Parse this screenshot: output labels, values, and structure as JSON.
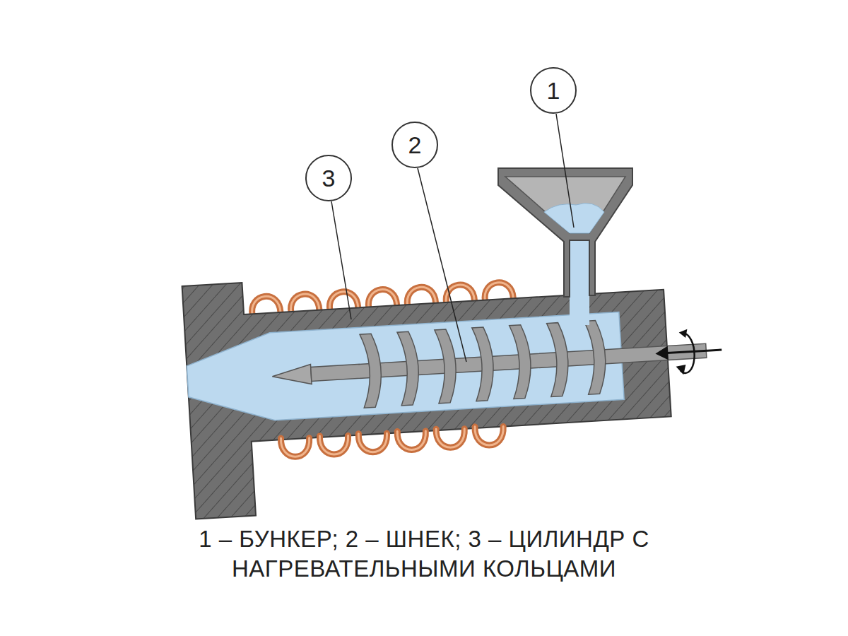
{
  "diagram": {
    "caption": "1 – БУНКЕР; 2 – ШНЕК; 3 – ЦИЛИНДР С НАГРЕВАТЕЛЬНЫМИ КОЛЬЦАМИ",
    "nodes": [
      {
        "text": [
          "1"
        ]
      },
      {
        "text": [
          "2"
        ]
      },
      {
        "text": [
          "3"
        ]
      }
    ]
  }
}
